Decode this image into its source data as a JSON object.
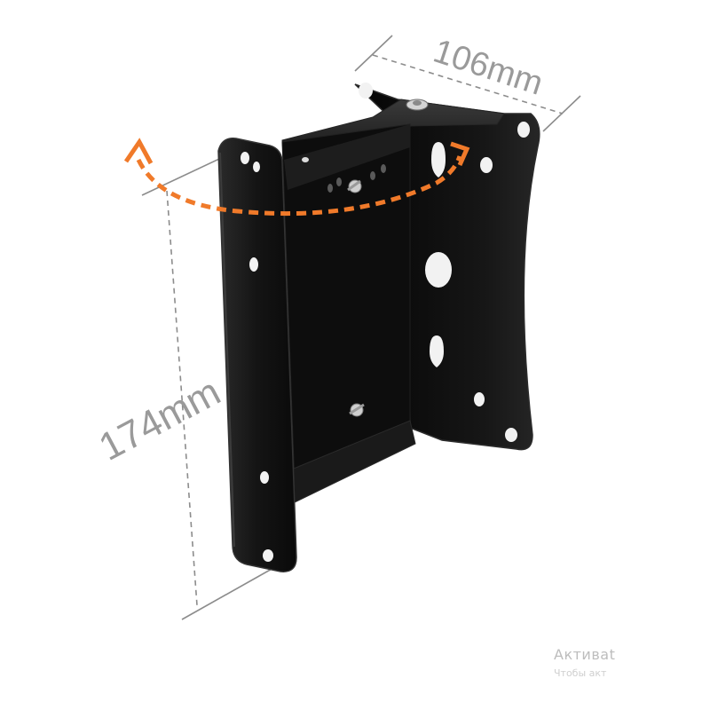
{
  "dimensions": {
    "width_label": "106mm",
    "height_label": "174mm"
  },
  "watermark": {
    "line1": "Активаt",
    "line2": "Чтобы акт"
  },
  "colors": {
    "bracket": "#121212",
    "bracket_edge": "#2a2a2a",
    "rotation_arrow": "#f07a2a",
    "dimension_lines": "#8c8c8c",
    "background": "#ffffff"
  },
  "icons": {
    "rotation": "curved-double-arrow"
  }
}
